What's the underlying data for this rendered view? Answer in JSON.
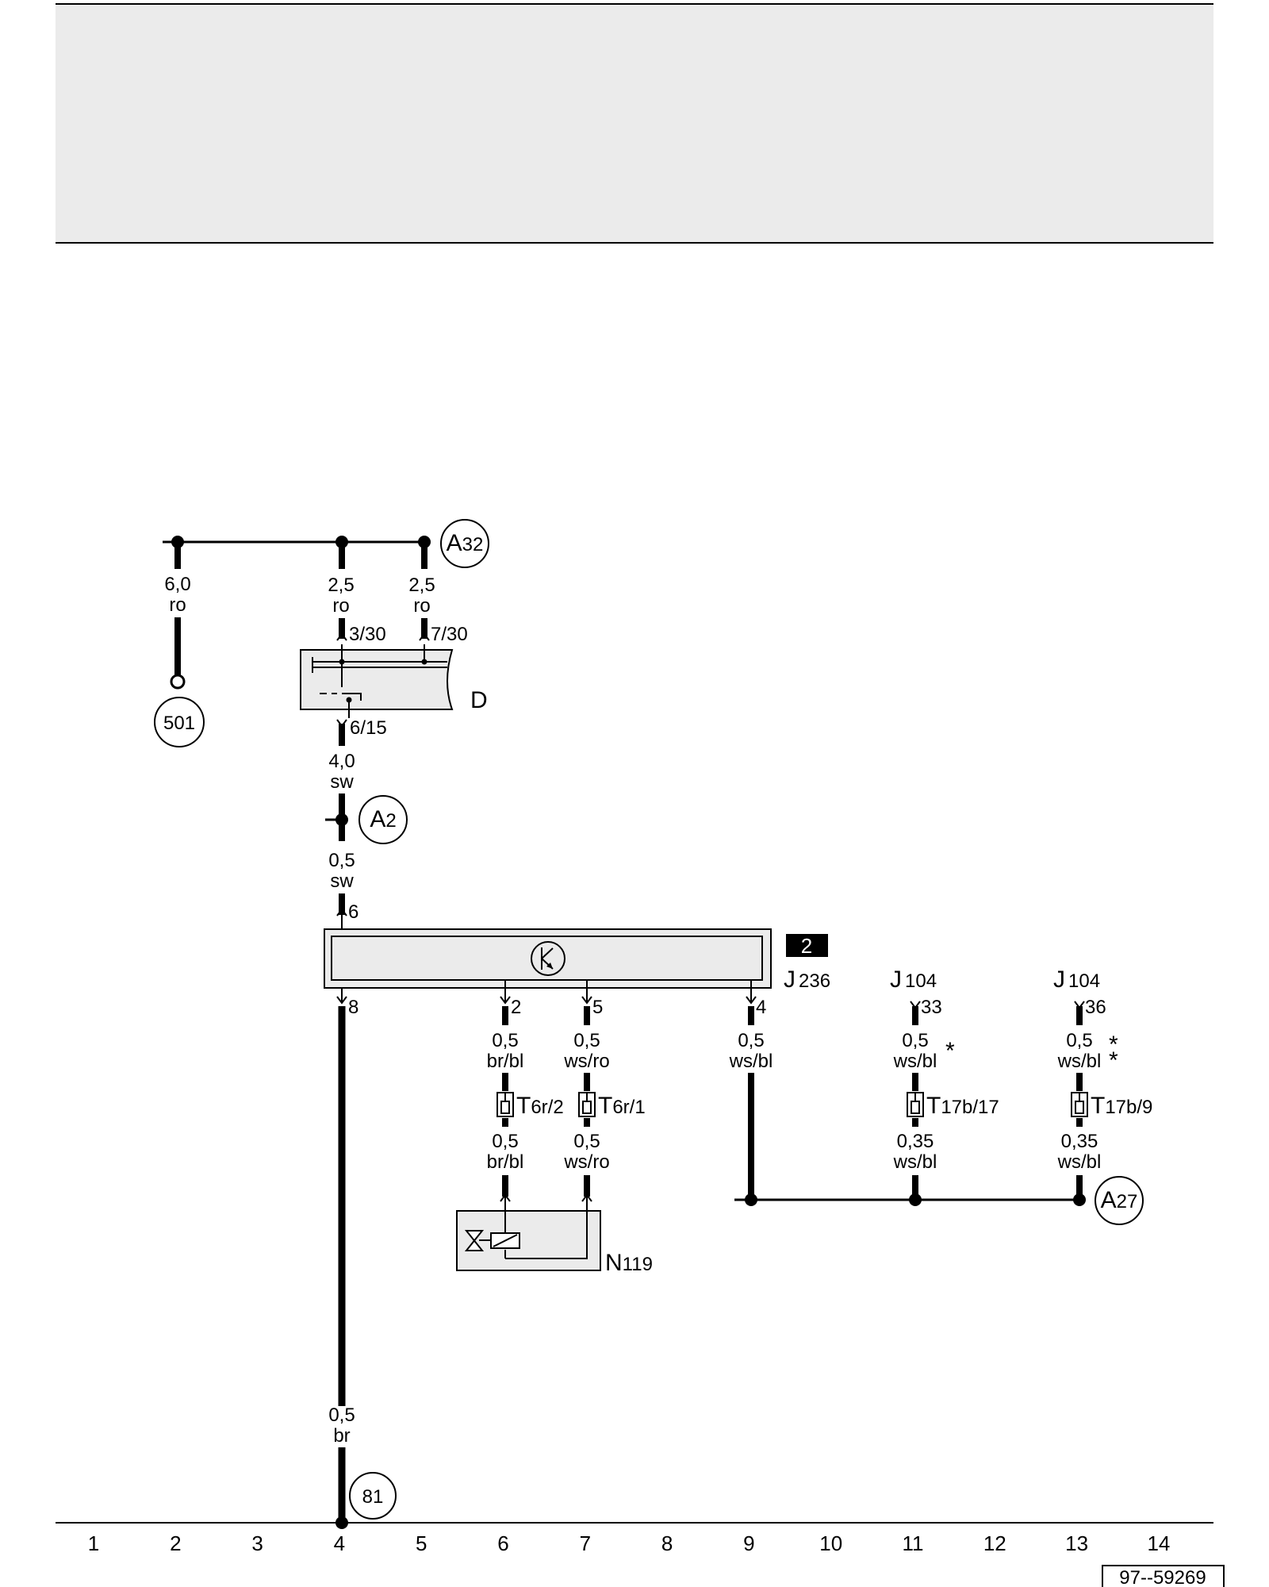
{
  "header": {
    "panel": ""
  },
  "wires": {
    "w1": {
      "size": "6,0",
      "color": "ro"
    },
    "w2": {
      "size": "2,5",
      "color": "ro"
    },
    "w3": {
      "size": "2,5",
      "color": "ro"
    },
    "w4": {
      "size": "4,0",
      "color": "sw"
    },
    "w5": {
      "size": "0,5",
      "color": "sw"
    },
    "w6": {
      "size": "0,5",
      "color": "br/bl"
    },
    "w7": {
      "size": "0,5",
      "color": "ws/ro"
    },
    "w8": {
      "size": "0,5",
      "color": "ws/bl"
    },
    "w9": {
      "size": "0,5",
      "color": "ws/bl"
    },
    "w10": {
      "size": "0,5",
      "color": "ws/bl"
    },
    "w11": {
      "size": "0,5",
      "color": "br/bl"
    },
    "w12": {
      "size": "0,5",
      "color": "ws/ro"
    },
    "w13": {
      "size": "0,35",
      "color": "ws/bl"
    },
    "w14": {
      "size": "0,35",
      "color": "ws/bl"
    },
    "w15": {
      "size": "0,5",
      "color": "br"
    }
  },
  "pins": {
    "d_3_30": "3/30",
    "d_7_30": "7/30",
    "d_6_15": "6/15",
    "j236_6": "6",
    "j236_8": "8",
    "j236_2": "2",
    "j236_5": "5",
    "j236_4": "4",
    "j104a_33": "33",
    "j104b_36": "36"
  },
  "refs": {
    "a32": {
      "letter": "A",
      "num": "32"
    },
    "a2": {
      "letter": "A",
      "num": "2"
    },
    "a27": {
      "letter": "A",
      "num": "27"
    },
    "r501": "501",
    "r81": "81"
  },
  "components": {
    "d": "D",
    "j236": {
      "letter": "J",
      "num": "236"
    },
    "j104a": {
      "letter": "J",
      "num": "104"
    },
    "j104b": {
      "letter": "J",
      "num": "104"
    },
    "n119": {
      "letter": "N",
      "num": "119"
    },
    "badge": "2"
  },
  "connectors": {
    "t6r2": {
      "letter": "T",
      "rest": "6r/2"
    },
    "t6r1": {
      "letter": "T",
      "rest": "6r/1"
    },
    "t17b17": {
      "letter": "T",
      "rest": "17b/17"
    },
    "t17b9": {
      "letter": "T",
      "rest": "17b/9"
    }
  },
  "footnote_markers": {
    "m1": "*",
    "m2": "*",
    "m3": "*"
  },
  "ruler": [
    "1",
    "2",
    "3",
    "4",
    "5",
    "6",
    "7",
    "8",
    "9",
    "10",
    "11",
    "12",
    "13",
    "14"
  ],
  "doc_id": "97--59269",
  "colors": {
    "line": "#000000",
    "component_fill": "#ebebeb",
    "badge_bg": "#000000",
    "badge_fg": "#ffffff"
  }
}
